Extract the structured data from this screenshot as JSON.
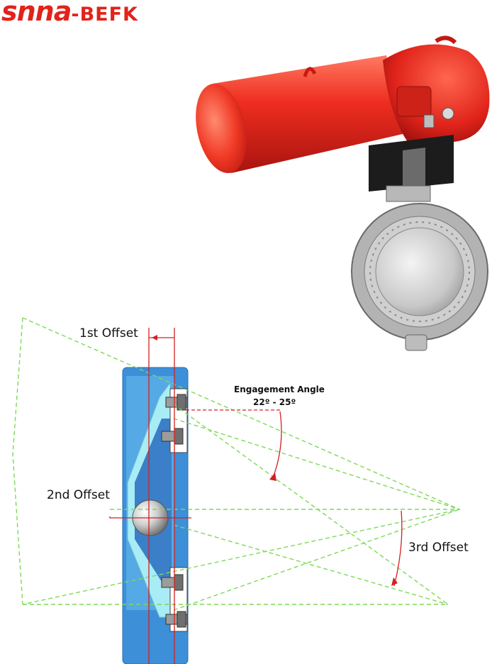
{
  "brand": {
    "name_part1": "snna",
    "name_part2": "-BEFK",
    "color": "#e2231a"
  },
  "labels": {
    "offset1": "1st Offset",
    "offset2": "2nd Offset",
    "offset3": "3rd Offset",
    "engagement_title": "Engagement Angle",
    "engagement_range": "22º - 25º"
  },
  "colors": {
    "actuator_red": "#e8241c",
    "valve_body_blue": "#3d8fd8",
    "valve_light": "#a8ecf5",
    "guide_green": "#7ed957",
    "offset_red": "#d42020"
  }
}
